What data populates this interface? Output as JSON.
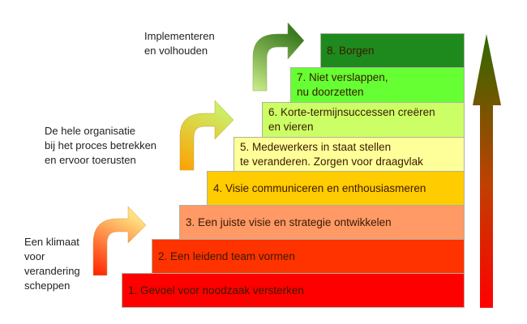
{
  "steps": [
    {
      "label": "1.  Gevoel voor noodzaak versterken",
      "color": "#ff0000"
    },
    {
      "label": "2. Een leidend team vormen",
      "color": "#ff3300"
    },
    {
      "label": "3. Een juiste visie en strategie ontwikkelen",
      "color": "#ff9966"
    },
    {
      "label": "4. Visie communiceren  en enthousiasmeren",
      "color": "#ffcc00"
    },
    {
      "label": "5. Medewerkers in staat stellen\nte veranderen. Zorgen voor draagvlak",
      "color": "#ffff99"
    },
    {
      "label": "6. Korte-termijnsuccessen creëren\nen vieren",
      "color": "#ccff66"
    },
    {
      "label": "7. Niet verslappen,\nnu doorzetten",
      "color": "#66ff33"
    },
    {
      "label": "8. Borgen",
      "color": "#1e8a1e"
    }
  ],
  "phases": [
    {
      "label": "Een klimaat\nvoor\nverandering\nscheppen"
    },
    {
      "label": "De hele organisatie\nbij het proces betrekken\nen ervoor toerusten"
    },
    {
      "label": "Implementeren\nen volhouden"
    }
  ]
}
